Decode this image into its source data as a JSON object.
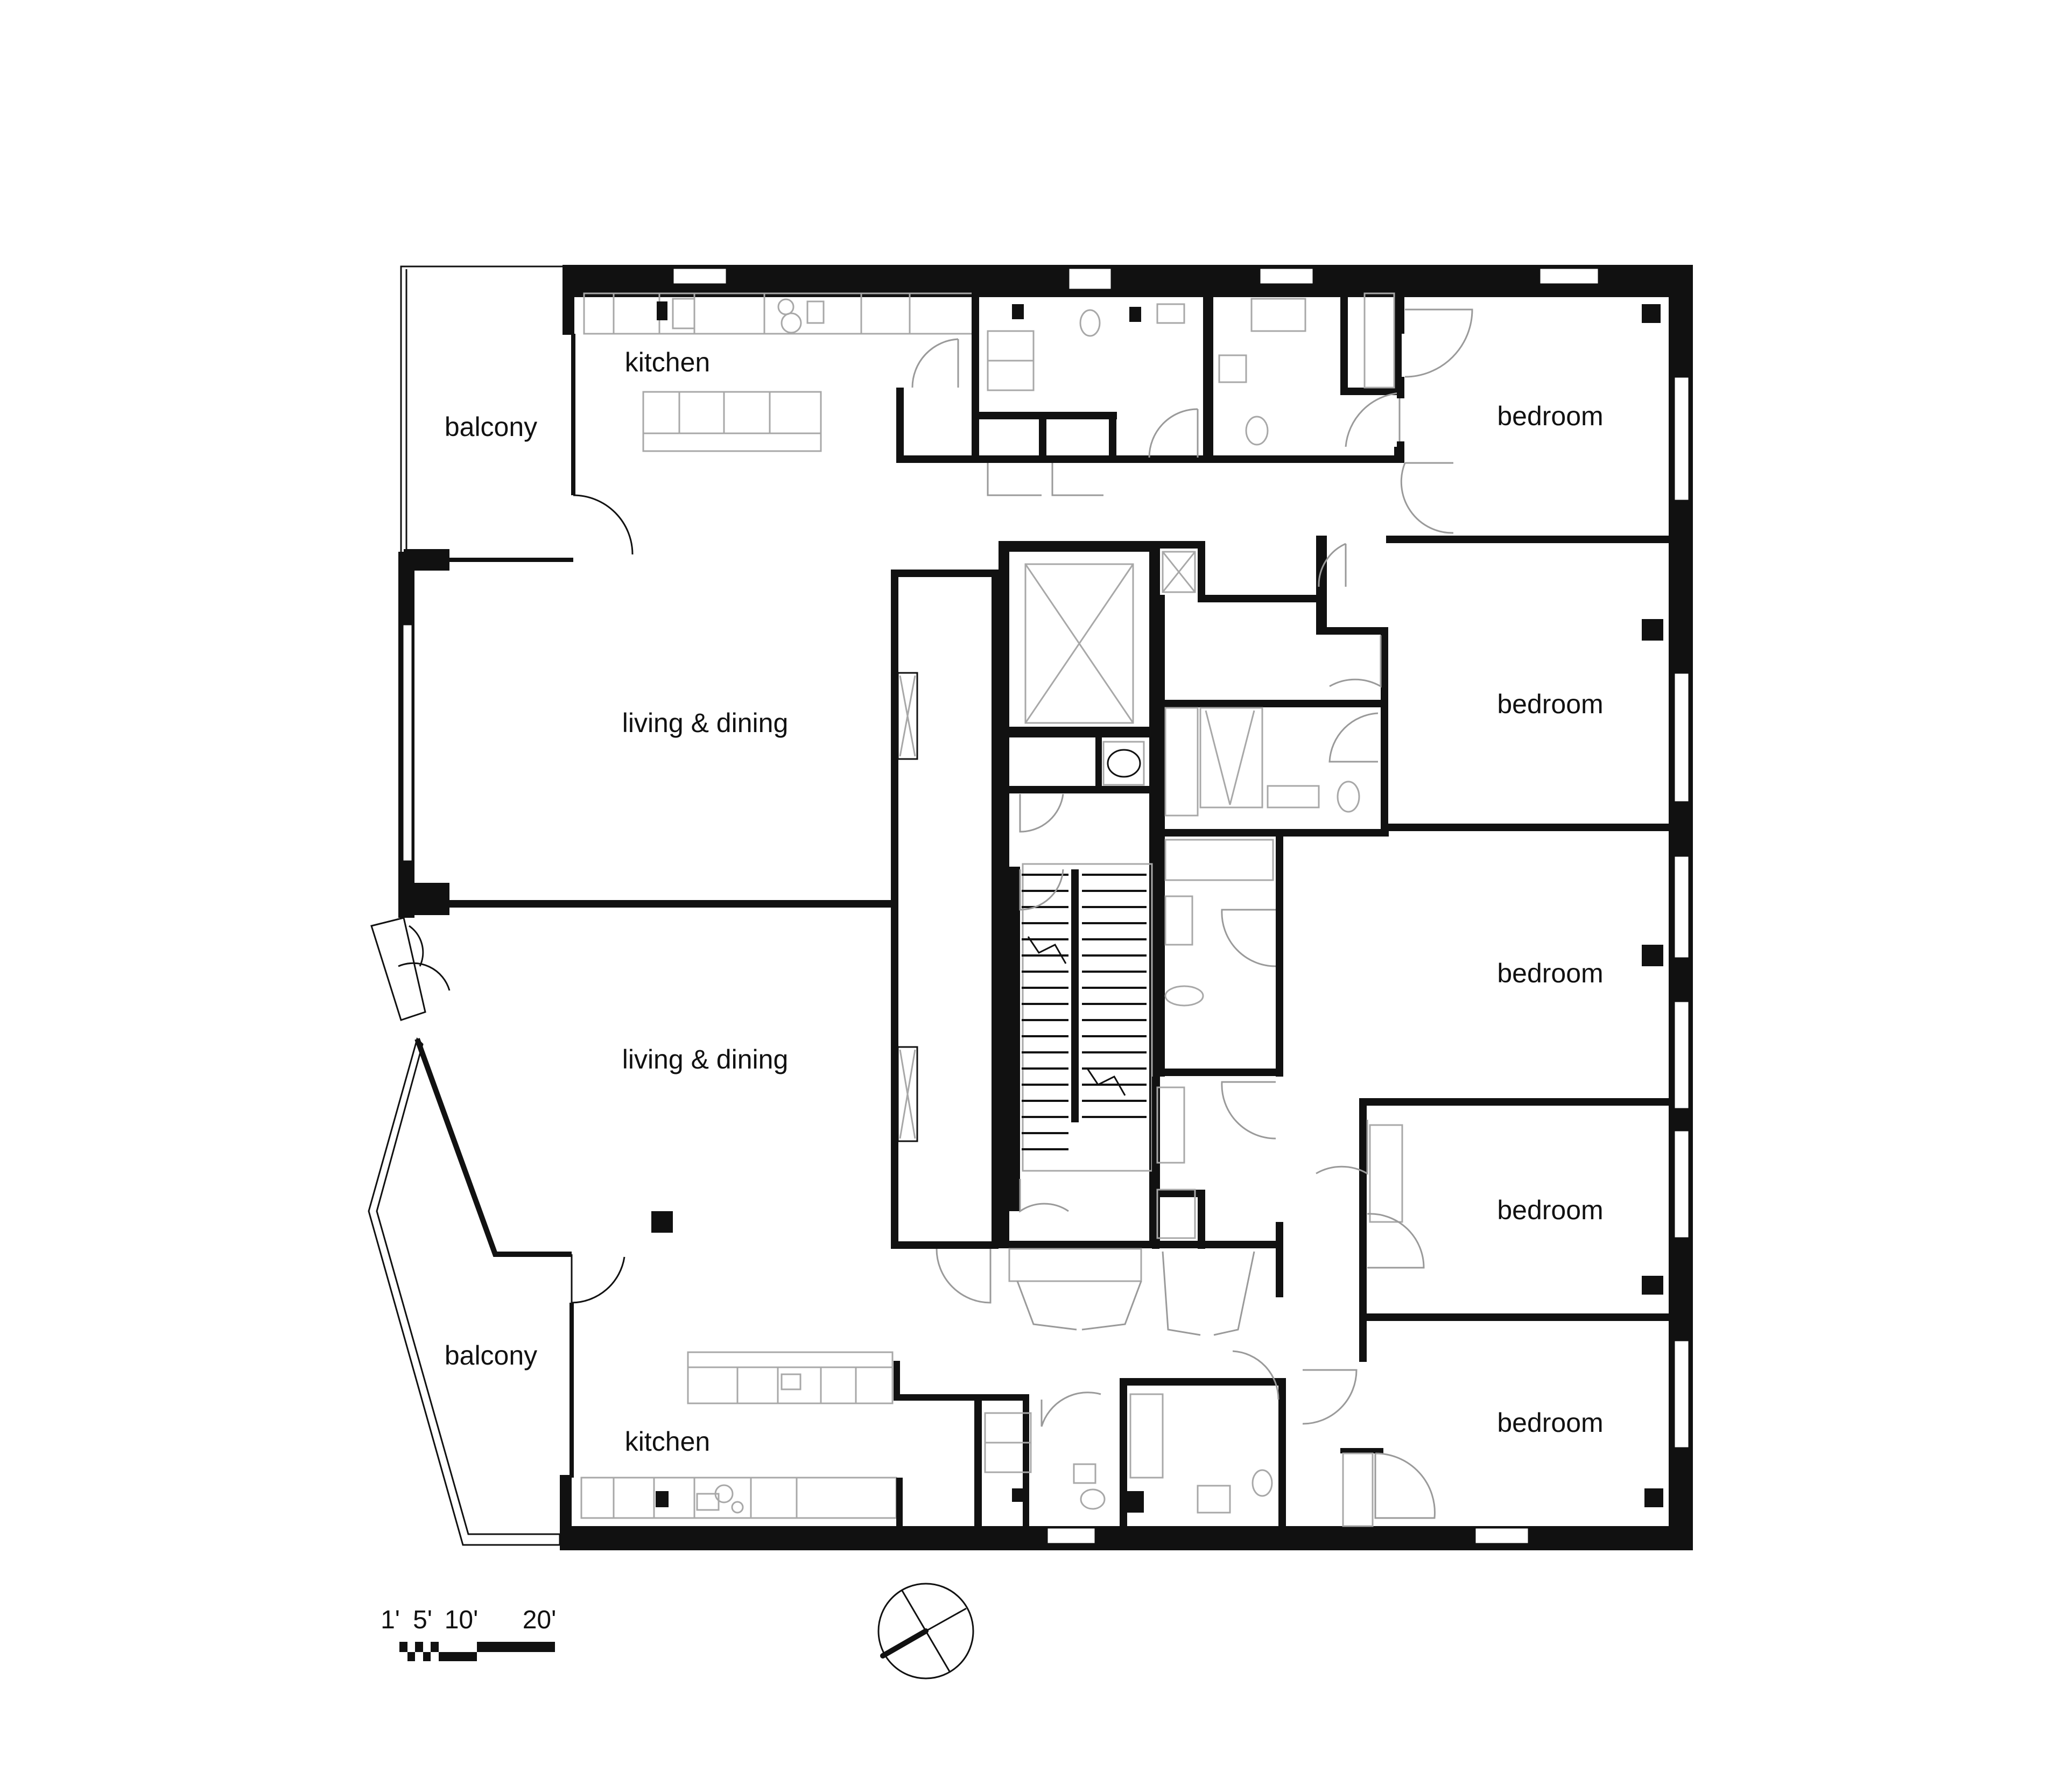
{
  "plan": {
    "type": "apartment floor plan",
    "colors": {
      "wall": "#111111",
      "fixture": "#a8a8a8",
      "background": "#ffffff"
    },
    "rooms": [
      {
        "id": "balcony-north",
        "label": "balcony"
      },
      {
        "id": "kitchen-north",
        "label": "kitchen"
      },
      {
        "id": "living-dining-north",
        "label": "living & dining"
      },
      {
        "id": "living-dining-south",
        "label": "living & dining"
      },
      {
        "id": "balcony-south",
        "label": "balcony"
      },
      {
        "id": "kitchen-south",
        "label": "kitchen"
      },
      {
        "id": "bedroom-1",
        "label": "bedroom"
      },
      {
        "id": "bedroom-2",
        "label": "bedroom"
      },
      {
        "id": "bedroom-3",
        "label": "bedroom"
      },
      {
        "id": "bedroom-4",
        "label": "bedroom"
      },
      {
        "id": "bedroom-5",
        "label": "bedroom"
      }
    ],
    "core": [
      "elevator",
      "stair",
      "shafts",
      "bathrooms",
      "closets"
    ]
  },
  "scale_bar": {
    "labels": [
      "1'",
      "5'",
      "10'",
      "20'"
    ],
    "units": "feet"
  },
  "north_arrow": {
    "icon": "north-arrow-compass-icon",
    "rotation_deg": 60
  }
}
